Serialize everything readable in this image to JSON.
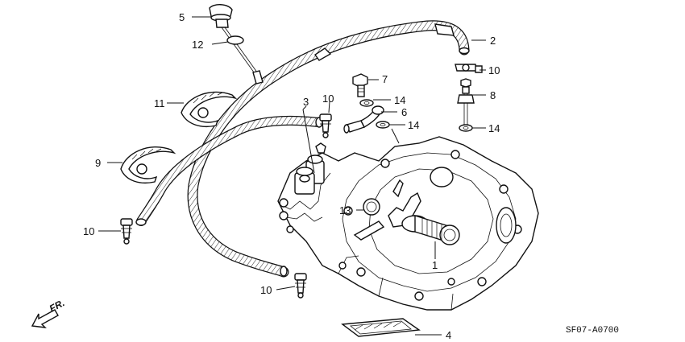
{
  "diagram": {
    "callouts": {
      "c1": "1",
      "c2": "2",
      "c3": "3",
      "c4": "4",
      "c5": "5",
      "c6": "6",
      "c7": "7",
      "c8": "8",
      "c9": "9",
      "c10a": "10",
      "c10b": "10",
      "c10c": "10",
      "c10d": "10",
      "c11": "11",
      "c12": "12",
      "c13": "13",
      "c14a": "14",
      "c14b": "14",
      "c14c": "14"
    },
    "direction_label": "FR.",
    "figure_code": "SF07-A0700"
  }
}
